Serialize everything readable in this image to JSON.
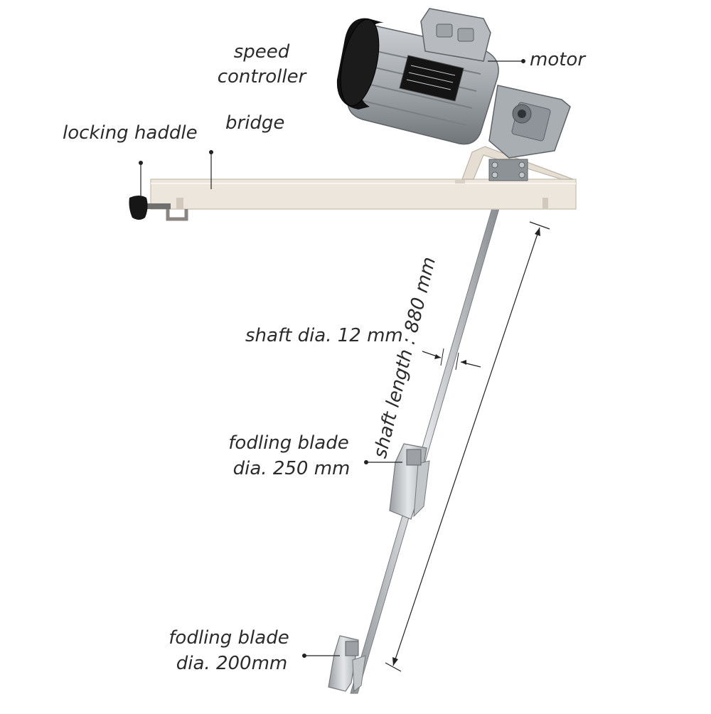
{
  "labels": {
    "speed_controller_line1": "speed",
    "speed_controller_line2": "controller",
    "motor": "motor",
    "locking_handle": "locking haddle",
    "bridge": "bridge",
    "shaft_dia": "shaft dia. 12 mm",
    "blade1_line1": "fodling blade",
    "blade1_line2": "dia. 250 mm",
    "blade2_line1": "fodling blade",
    "blade2_line2": "dia. 200mm",
    "shaft_length": "shaft length : 880 mm"
  },
  "colors": {
    "bridge": "#ede6dc",
    "bridge_edge": "#cfc7bb",
    "motor_body": "#9ea3a8",
    "motor_cap": "#111111",
    "shaft": "#b9bdc1",
    "text": "#2b2b2b"
  }
}
